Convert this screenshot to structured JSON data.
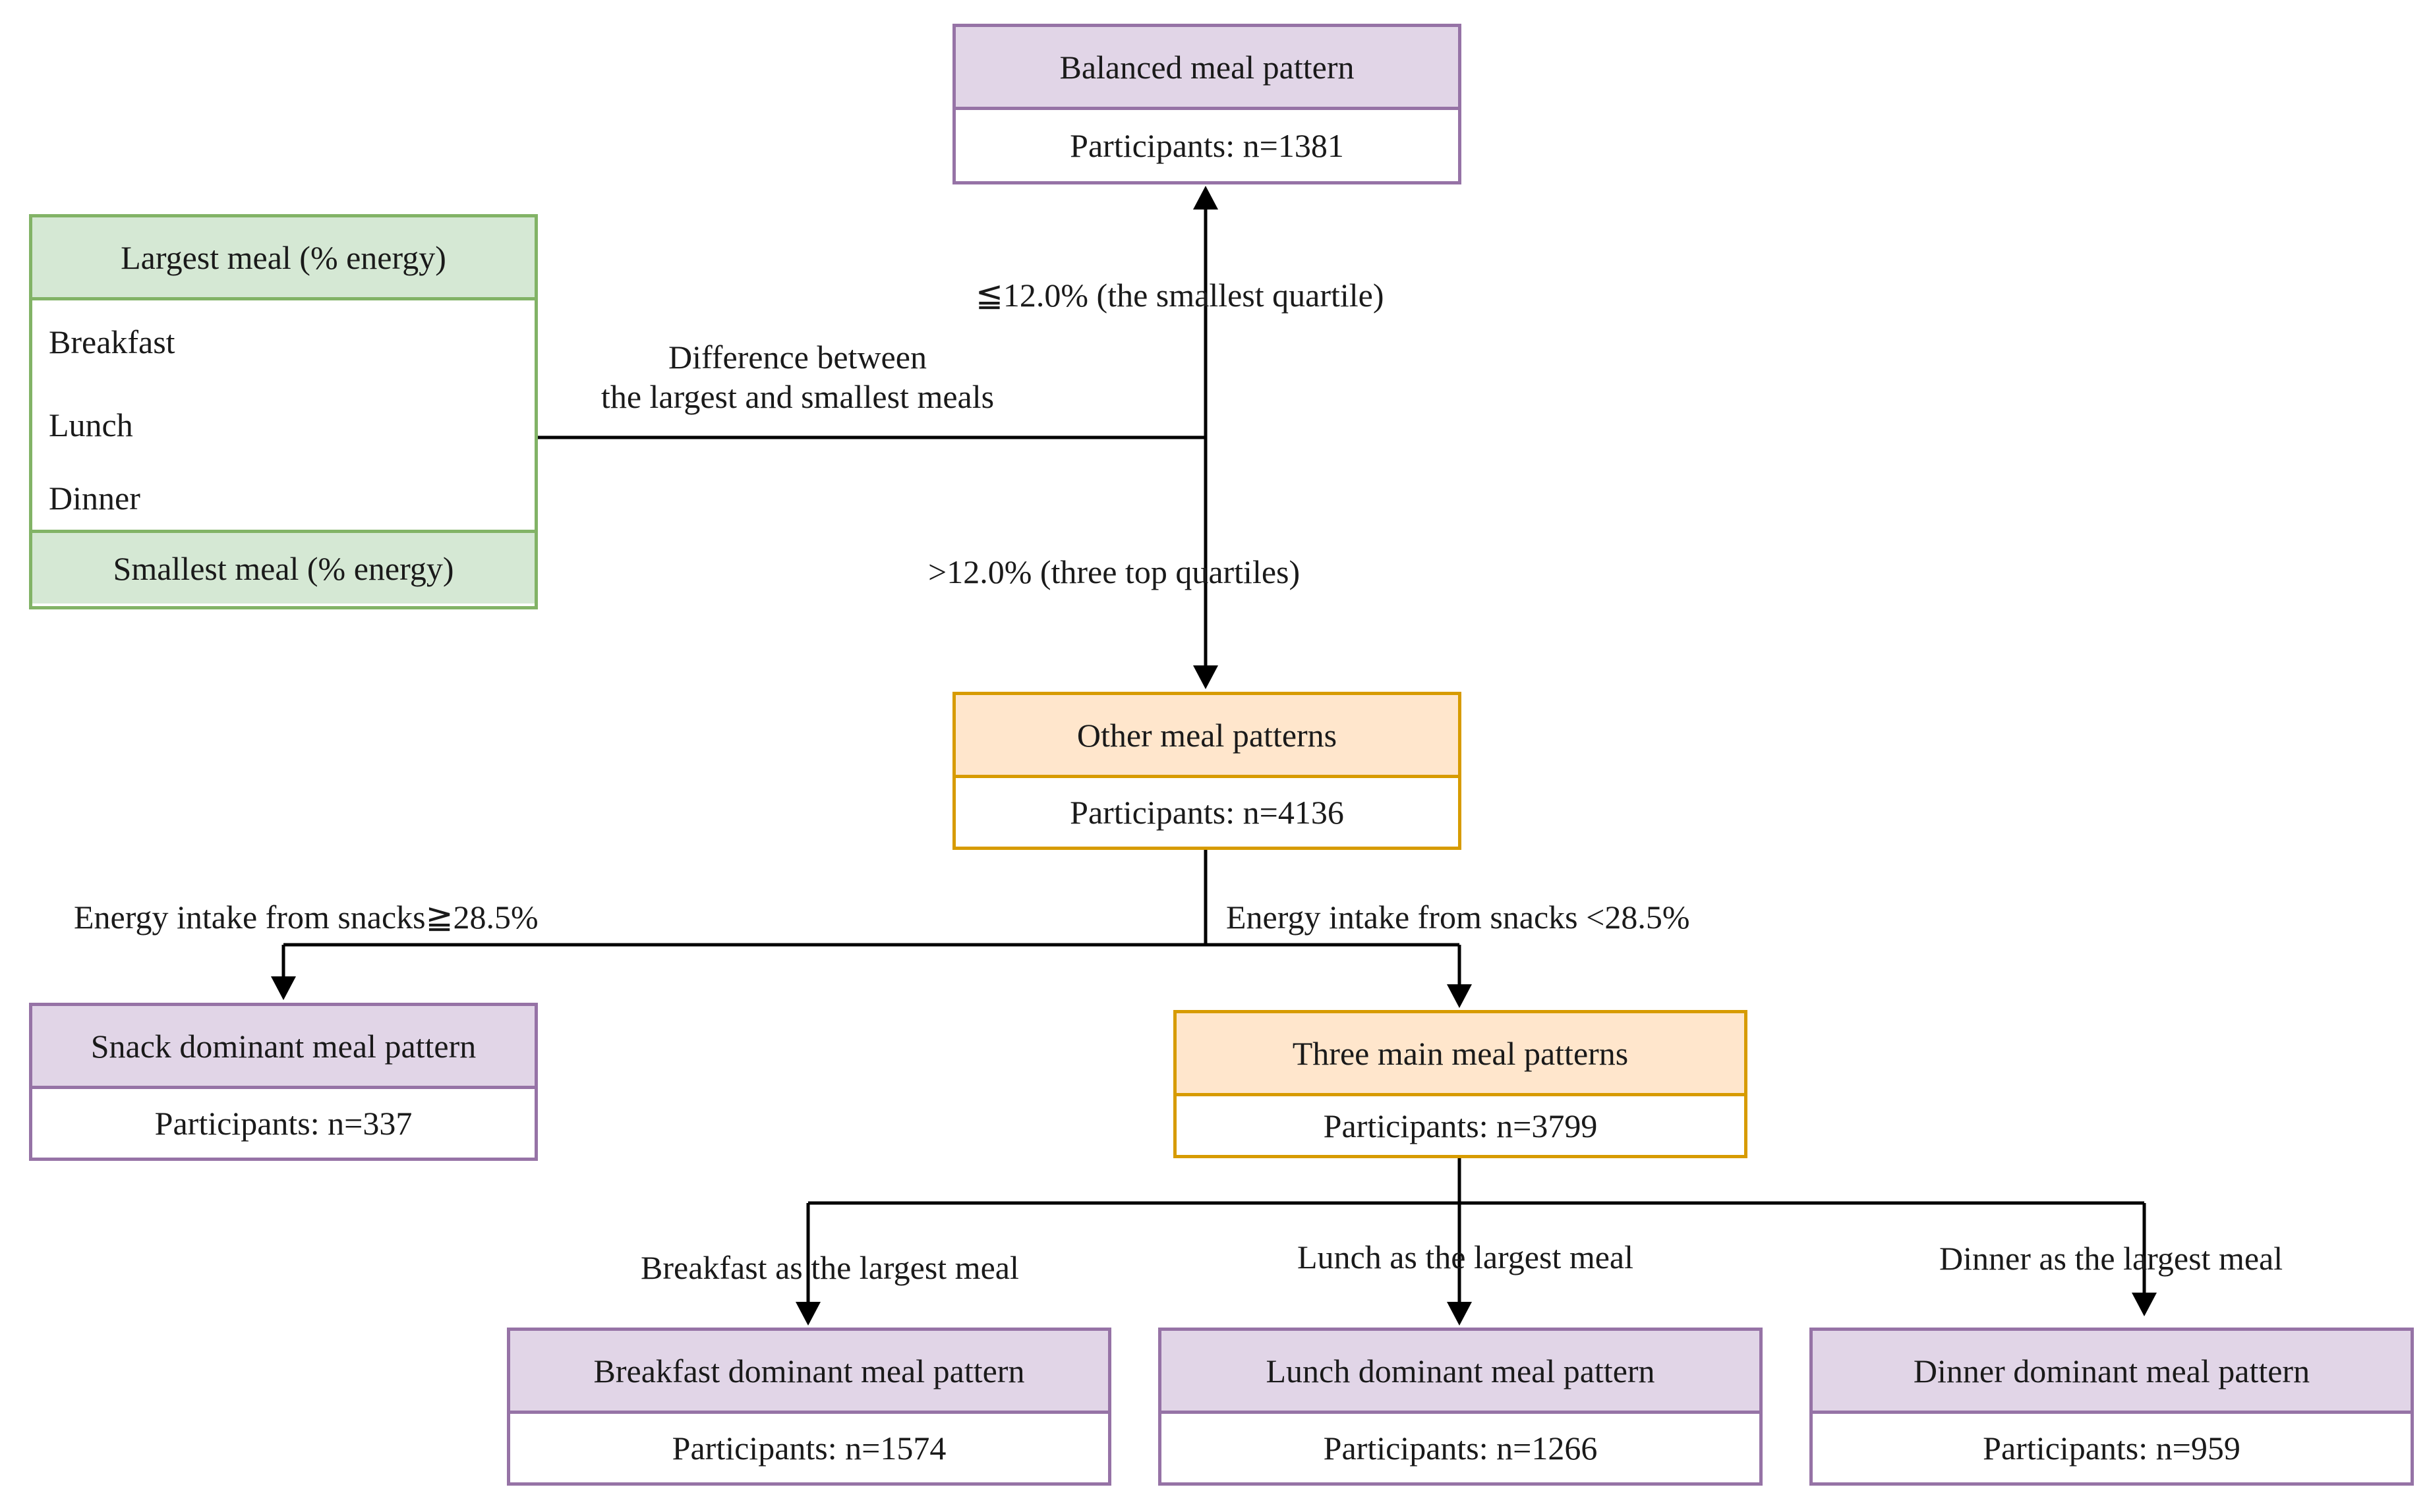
{
  "nodes": {
    "balanced": {
      "title": "Balanced meal pattern",
      "participants": "Participants: n=1381"
    },
    "other": {
      "title": "Other meal patterns",
      "participants": "Participants: n=4136"
    },
    "snack": {
      "title": "Snack dominant meal pattern",
      "participants": "Participants: n=337"
    },
    "three_main": {
      "title": "Three main meal patterns",
      "participants": "Participants: n=3799"
    },
    "breakfast": {
      "title": "Breakfast dominant meal pattern",
      "participants": "Participants: n=1574"
    },
    "lunch": {
      "title": "Lunch dominant meal pattern",
      "participants": "Participants: n=1266"
    },
    "dinner": {
      "title": "Dinner dominant meal pattern",
      "participants": "Participants: n=959"
    }
  },
  "legend": {
    "header": "Largest meal (% energy)",
    "items": [
      "Breakfast",
      "Lunch",
      "Dinner"
    ],
    "footer": "Smallest meal (% energy)"
  },
  "edges": {
    "difference_line1": "Difference between",
    "difference_line2": "the largest and smallest meals",
    "le_12": "≦12.0% (the smallest quartile)",
    "gt_12": ">12.0% (three top quartiles)",
    "snacks_ge": "Energy intake from snacks≧28.5%",
    "snacks_lt": "Energy intake from snacks <28.5%",
    "breakfast_largest": "Breakfast as the largest meal",
    "lunch_largest": "Lunch as the largest meal",
    "dinner_largest": "Dinner as the largest meal"
  },
  "colors": {
    "purple_fill": "#e1d5e7",
    "purple_border": "#9673a6",
    "orange_fill": "#ffe6cc",
    "orange_border": "#d79b00",
    "green_fill": "#d5e8d4",
    "green_border": "#82b366",
    "line": "#000000"
  }
}
